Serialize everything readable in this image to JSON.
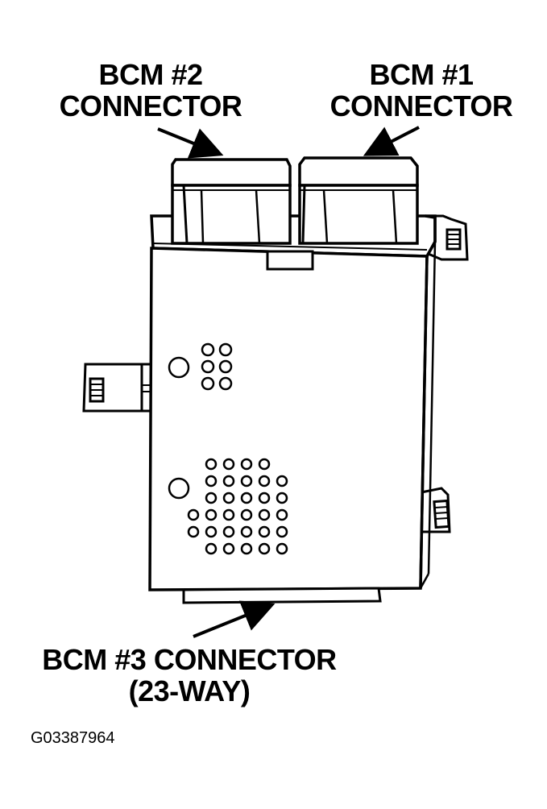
{
  "labels": {
    "bcm2": [
      "BCM #2",
      "CONNECTOR"
    ],
    "bcm1": [
      "BCM #1",
      "CONNECTOR"
    ],
    "bcm3": [
      "BCM #3 CONNECTOR",
      "(23-WAY)"
    ]
  },
  "figure_code": "G03387964",
  "colors": {
    "line": "#000000",
    "background": "#ffffff"
  }
}
